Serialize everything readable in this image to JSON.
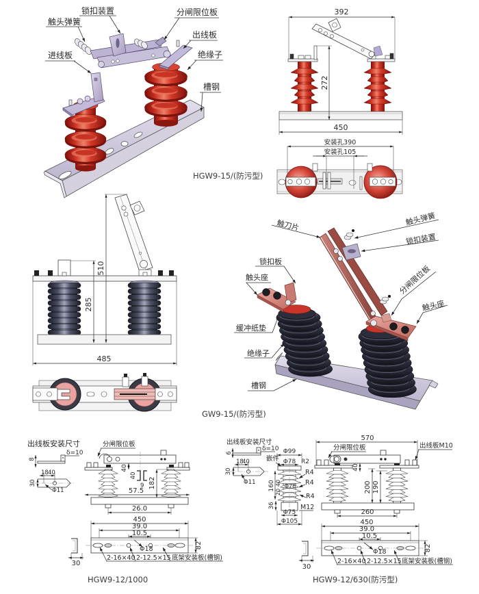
{
  "colors": {
    "insulator_red": "#c8281e",
    "insulator_dark": "#3a3c4b",
    "fitting_purple": "#b8aed0",
    "contact_copper": "#d4877f",
    "blade_brown": "#a85a50",
    "channel_steel": "#c6c0d6",
    "line": "#333333"
  },
  "hgw9_15_isometric": {
    "caption": "HGW9-15/(防污型)",
    "callouts": {
      "lock_device": "锁扣装置",
      "opening_limit_plate": "分闸限位板",
      "contact_spring": "触头弹簧",
      "outlet_plate": "出线板",
      "inlet_plate": "进线板",
      "insulator": "绝缘子",
      "channel_steel": "槽钢"
    }
  },
  "hgw9_15_front_view": {
    "overall_width": "392",
    "height": "272",
    "base_length": "450"
  },
  "hgw9_15_plan_view": {
    "mounting_hole_390": "安装孔390",
    "mounting_hole_105": "安装孔105"
  },
  "gw9_15_front_view": {
    "overall_height": "510",
    "insulator_height": "285",
    "base_width": "485"
  },
  "gw9_15_isometric": {
    "caption": "GW9-15/(防污型)",
    "callouts": {
      "blade": "触刀片",
      "contact_spring": "触头弹簧",
      "lock_device": "锁扣装置",
      "lock_plate": "锁扣板",
      "contact_seat_left": "触头座",
      "opening_limit_plate": "分闸限位板",
      "contact_seat_right": "触头座",
      "buffer_pad": "缓冲纸垫",
      "insulator": "绝缘子",
      "channel_steel": "槽钢"
    }
  },
  "hgw9_12_1000": {
    "caption": "HGW9-12/1000",
    "outlet_plate_detail": {
      "title": "出线板安装尺寸",
      "thickness": "δ=10",
      "height": "8",
      "hole_offset": "18",
      "hole_pitch": "40",
      "width": "30",
      "hole_dia": "Φ11"
    },
    "front_view": {
      "limit_plate": "分闸限位板",
      "bar_height": "40",
      "section_height": "40",
      "section_width": "9",
      "insulator_height": "182",
      "overall_width": "57.5",
      "center_distance": "26.0"
    },
    "base_plate": {
      "length": "450",
      "hole_span": "39.0",
      "center_hole_span": "10.5",
      "center_hole": "Φ18",
      "height": "82",
      "profile_width": "30",
      "slots": "2-16×40",
      "holes": "2-12.5×15",
      "label": "底架安装板(槽钢)"
    }
  },
  "hgw9_12_630": {
    "caption": "HGW9-12/630(防污型)",
    "outlet_plate_detail": {
      "title": "出线板安装尺寸",
      "thickness": "δ=10",
      "height": "6",
      "hole_offset": "18",
      "hole_pitch": "40",
      "width": "30",
      "hole_dia": "Φ11"
    },
    "insulator_detail": {
      "insert": "嵌件",
      "top_dia": "Φ99",
      "insert_dia": "Φ78",
      "top_radius": "R2",
      "shed_radius_1": "R4",
      "shed_radius_2": "R4",
      "shed_radius_3": "R4",
      "height": "160",
      "shed_pitch_small": "20",
      "shed_pitch_large": "40",
      "mid_dia": "Φ76",
      "base_height": "36",
      "thread": "M12",
      "base_inner_dia": "Φ75",
      "base_dia": "Φ105"
    },
    "front_view": {
      "overall_width": "570",
      "outlet_plate": "出线板M10",
      "limit_plate": "分闸限位板",
      "bar_height": "40",
      "height_outer": "200",
      "height_inner": "190",
      "center_distance": "260"
    },
    "base_plate": {
      "length": "450",
      "hole_span": "39.0",
      "center_hole_span": "10.5",
      "center_hole": "Φ18",
      "height": "82",
      "profile_width": "30",
      "slots": "2-16×40",
      "holes": "2-12.5×15",
      "label": "底架安装板(槽钢)"
    }
  }
}
